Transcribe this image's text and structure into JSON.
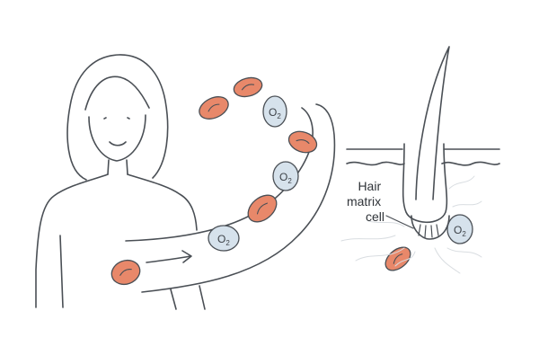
{
  "colors": {
    "red_blood_cell": "#e8886a",
    "oxygen": "#d6e2ec",
    "outline": "#4a4f55"
  },
  "oxygen_label": {
    "symbol": "O",
    "subscript": "2"
  },
  "hair_matrix_label": {
    "line1": "Hair",
    "line2": "matrix",
    "line3": "cell"
  }
}
